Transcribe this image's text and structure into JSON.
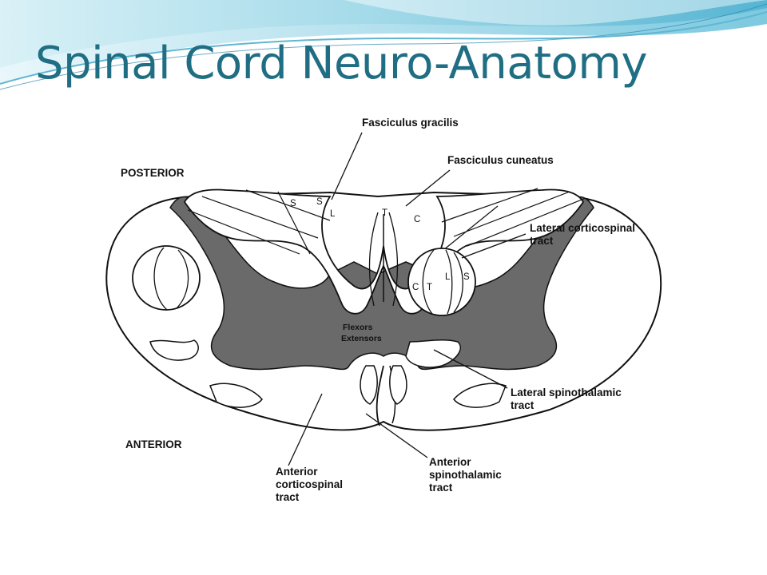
{
  "slide": {
    "title": "Spinal Cord Neuro-Anatomy",
    "title_color": "#1f6e84",
    "banner_colors": [
      "#6cc4dc",
      "#b9e3ef",
      "#2c8ab0"
    ]
  },
  "diagram": {
    "orientation": {
      "posterior": "POSTERIOR",
      "anterior": "ANTERIOR"
    },
    "labels": {
      "fasciculus_gracilis": "Fasciculus gracilis",
      "fasciculus_cuneatus": "Fasciculus cuneatus",
      "lateral_corticospinal": [
        "Lateral corticospinal",
        "tract"
      ],
      "lateral_spinothalamic": [
        "Lateral spinothalamic",
        "tract"
      ],
      "anterior_spinothalamic": [
        "Anterior",
        "spinothalamic",
        "tract"
      ],
      "anterior_corticospinal": [
        "Anterior",
        "corticospinal",
        "tract"
      ]
    },
    "gray_matter_labels": {
      "flexors": "Flexors",
      "extensors": "Extensors"
    },
    "zones": {
      "left_column": [
        "S",
        "S"
      ],
      "gracilis": [
        "L"
      ],
      "cuneatus": [
        "T",
        "C"
      ],
      "lateral_tract": [
        "C",
        "T",
        "L",
        "S"
      ]
    },
    "gray_matter_color": "#6a6a6a"
  }
}
